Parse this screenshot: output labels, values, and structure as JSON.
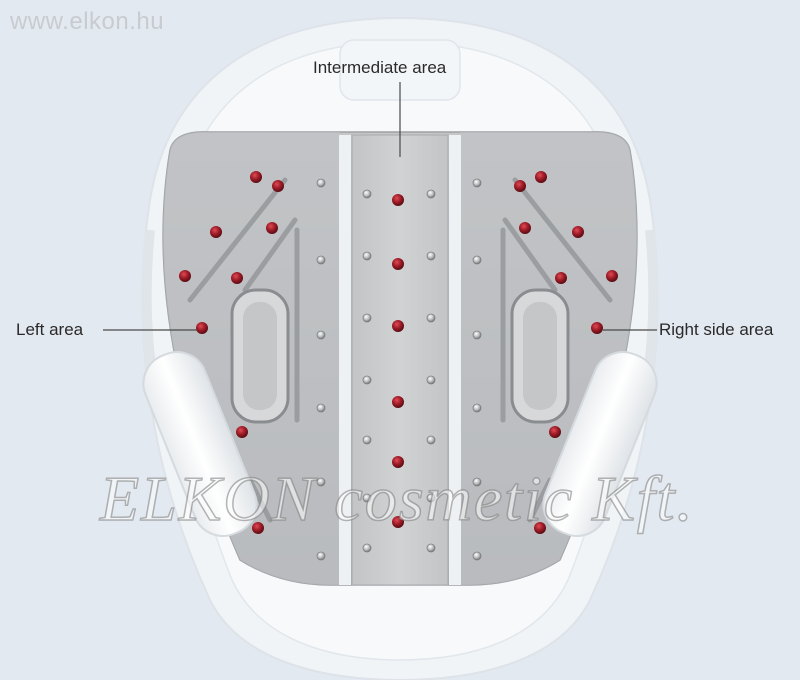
{
  "site_url": "www.elkon.hu",
  "labels": {
    "intermediate": "Intermediate area",
    "left": "Left area",
    "right": "Right side area"
  },
  "watermark": "ELKON cosmetic Kft.",
  "colors": {
    "background": "#e3e9f0",
    "helmet_shell": "#f3f6f9",
    "plate": "#b9bcbf",
    "center_strip": "#c9cbcd",
    "led_red": "#9b1b26",
    "sensor": "#8a8c8e"
  }
}
